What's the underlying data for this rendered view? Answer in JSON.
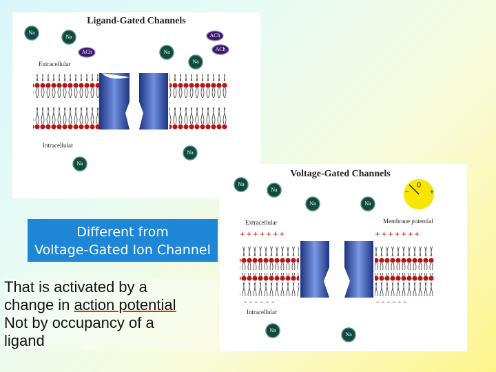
{
  "ligand": {
    "title": "Ligand-Gated Channels",
    "extracellular": "Extracellular",
    "intracellular": "Intracellular",
    "na": "Na",
    "ach": "ACh"
  },
  "voltage": {
    "title": "Voltage-Gated Channels",
    "extracellular": "Extracellular",
    "intracellular": "Intracellular",
    "membrane_potential": "Membrane potential",
    "meter_zero": "0",
    "meter_minus": "−",
    "meter_plus": "+",
    "plus_row": "+++++++",
    "minus_row": "- - - - - -",
    "na": "Na"
  },
  "callout": {
    "line1": "Different from",
    "line2": "Voltage-Gated Ion Channel"
  },
  "body": {
    "line1": "That is activated by a",
    "line2_pre": "change in ",
    "line2_link": "action potential",
    "line3": "Not by occupancy of a",
    "line4": "ligand"
  },
  "colors": {
    "channel_blue": "#2f4fb0",
    "lipid_head": "#b01818",
    "ion_fill": "#0f4a3e",
    "ach_fill": "#3a1a6b",
    "callout_bg": "#1d86d6",
    "meter_yellow": "#f6e600"
  }
}
